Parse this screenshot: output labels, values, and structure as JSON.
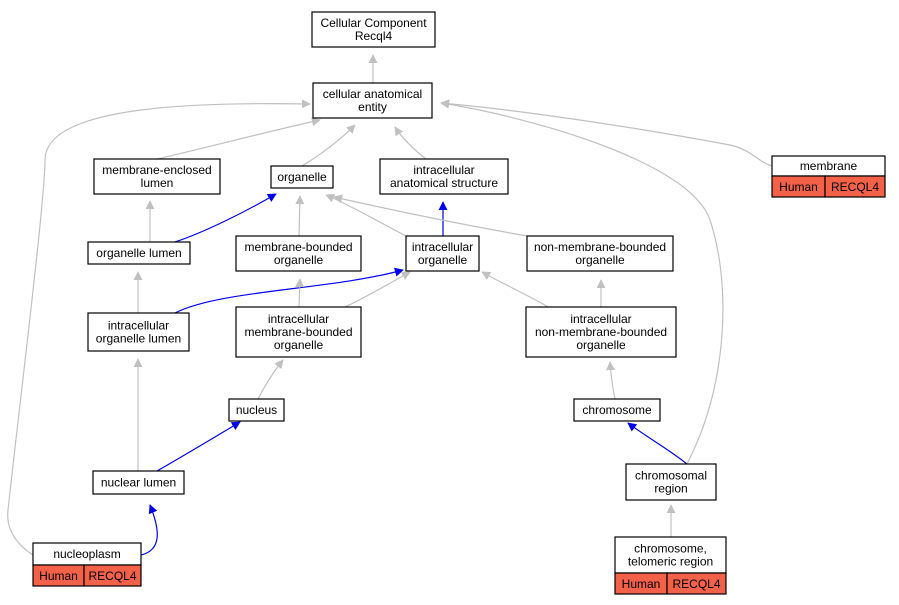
{
  "colors": {
    "is_a_edge": "#c0c0c0",
    "part_of_edge": "#0000ee",
    "annotation_badge": "#f26148"
  },
  "nodes": {
    "root": {
      "lines": [
        "Cellular Component",
        "Recql4"
      ]
    },
    "cellular_anatomical_entity": {
      "lines": [
        "cellular anatomical",
        "entity"
      ]
    },
    "membrane_enclosed_lumen": {
      "lines": [
        "membrane-enclosed",
        "lumen"
      ]
    },
    "organelle": {
      "lines": [
        "organelle"
      ]
    },
    "intracellular_anatomical_structure": {
      "lines": [
        "intracellular",
        "anatomical structure"
      ]
    },
    "membrane": {
      "lines": [
        "membrane"
      ]
    },
    "organelle_lumen": {
      "lines": [
        "organelle lumen"
      ]
    },
    "membrane_bounded_organelle": {
      "lines": [
        "membrane-bounded",
        "organelle"
      ]
    },
    "intracellular_organelle": {
      "lines": [
        "intracellular",
        "organelle"
      ]
    },
    "non_membrane_bounded_organelle": {
      "lines": [
        "non-membrane-bounded",
        "organelle"
      ]
    },
    "intracellular_organelle_lumen": {
      "lines": [
        "intracellular",
        "organelle lumen"
      ]
    },
    "intracellular_membrane_bounded_organelle": {
      "lines": [
        "intracellular",
        "membrane-bounded",
        "organelle"
      ]
    },
    "intracellular_non_membrane_bounded_organelle": {
      "lines": [
        "intracellular",
        "non-membrane-bounded",
        "organelle"
      ]
    },
    "nucleus": {
      "lines": [
        "nucleus"
      ]
    },
    "chromosome": {
      "lines": [
        "chromosome"
      ]
    },
    "nuclear_lumen": {
      "lines": [
        "nuclear lumen"
      ]
    },
    "chromosomal_region": {
      "lines": [
        "chromosomal",
        "region"
      ]
    },
    "nucleoplasm": {
      "lines": [
        "nucleoplasm"
      ]
    },
    "chromosome_telomeric_region": {
      "lines": [
        "chromosome,",
        "telomeric region"
      ]
    }
  },
  "annotations": {
    "membrane": {
      "species": "Human",
      "gene": "RECQL4"
    },
    "nucleoplasm": {
      "species": "Human",
      "gene": "RECQL4"
    },
    "chromosome_telomeric_region": {
      "species": "Human",
      "gene": "RECQL4"
    }
  },
  "edges": [
    {
      "from": "cellular_anatomical_entity",
      "to": "root",
      "type": "is_a"
    },
    {
      "from": "membrane_enclosed_lumen",
      "to": "cellular_anatomical_entity",
      "type": "is_a"
    },
    {
      "from": "organelle",
      "to": "cellular_anatomical_entity",
      "type": "is_a"
    },
    {
      "from": "intracellular_anatomical_structure",
      "to": "cellular_anatomical_entity",
      "type": "is_a"
    },
    {
      "from": "membrane",
      "to": "cellular_anatomical_entity",
      "type": "is_a"
    },
    {
      "from": "organelle_lumen",
      "to": "membrane_enclosed_lumen",
      "type": "is_a"
    },
    {
      "from": "organelle_lumen",
      "to": "organelle",
      "type": "part_of"
    },
    {
      "from": "membrane_bounded_organelle",
      "to": "organelle",
      "type": "is_a"
    },
    {
      "from": "intracellular_organelle",
      "to": "organelle",
      "type": "is_a"
    },
    {
      "from": "intracellular_organelle",
      "to": "intracellular_anatomical_structure",
      "type": "part_of"
    },
    {
      "from": "non_membrane_bounded_organelle",
      "to": "organelle",
      "type": "is_a"
    },
    {
      "from": "intracellular_organelle_lumen",
      "to": "organelle_lumen",
      "type": "is_a"
    },
    {
      "from": "intracellular_organelle_lumen",
      "to": "intracellular_organelle",
      "type": "part_of"
    },
    {
      "from": "intracellular_membrane_bounded_organelle",
      "to": "membrane_bounded_organelle",
      "type": "is_a"
    },
    {
      "from": "intracellular_membrane_bounded_organelle",
      "to": "intracellular_organelle",
      "type": "is_a"
    },
    {
      "from": "intracellular_non_membrane_bounded_organelle",
      "to": "intracellular_organelle",
      "type": "is_a"
    },
    {
      "from": "intracellular_non_membrane_bounded_organelle",
      "to": "non_membrane_bounded_organelle",
      "type": "is_a"
    },
    {
      "from": "nucleus",
      "to": "intracellular_membrane_bounded_organelle",
      "type": "is_a"
    },
    {
      "from": "chromosome",
      "to": "intracellular_non_membrane_bounded_organelle",
      "type": "is_a"
    },
    {
      "from": "nuclear_lumen",
      "to": "intracellular_organelle_lumen",
      "type": "is_a"
    },
    {
      "from": "nuclear_lumen",
      "to": "nucleus",
      "type": "part_of"
    },
    {
      "from": "chromosomal_region",
      "to": "chromosome",
      "type": "part_of"
    },
    {
      "from": "chromosomal_region",
      "to": "cellular_anatomical_entity",
      "type": "is_a"
    },
    {
      "from": "nucleoplasm",
      "to": "nuclear_lumen",
      "type": "part_of"
    },
    {
      "from": "nucleoplasm",
      "to": "cellular_anatomical_entity",
      "type": "is_a"
    },
    {
      "from": "chromosome_telomeric_region",
      "to": "chromosomal_region",
      "type": "is_a"
    }
  ]
}
